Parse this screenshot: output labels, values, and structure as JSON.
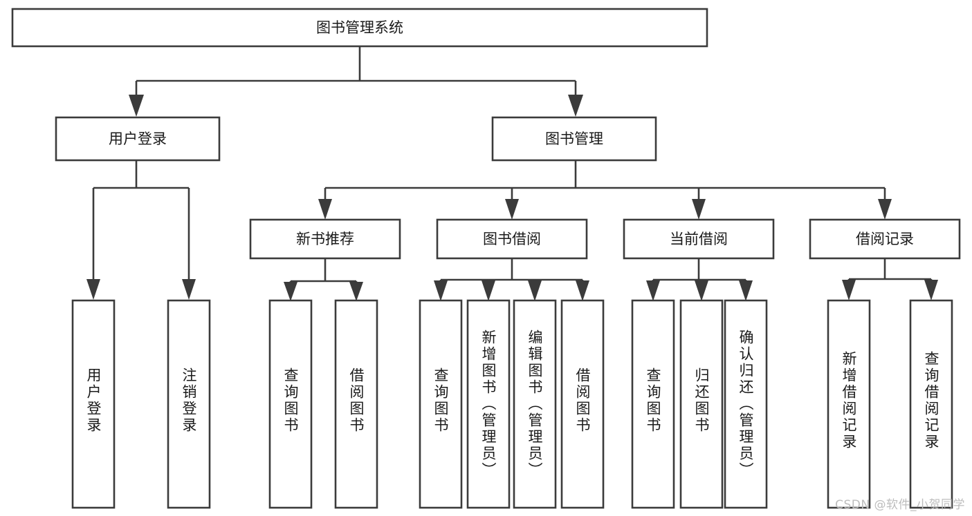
{
  "diagram": {
    "title": "图书管理系统",
    "watermark": "CSDN @软件_小贺同学",
    "colors": {
      "stroke": "#3b3b3b",
      "fill": "#ffffff",
      "text": "#1a1a1a",
      "watermark": "#bdbdbd"
    },
    "root": {
      "label": "图书管理系统"
    },
    "level2": [
      {
        "label": "用户登录"
      },
      {
        "label": "图书管理"
      }
    ],
    "level3": [
      {
        "label": "新书推荐"
      },
      {
        "label": "图书借阅"
      },
      {
        "label": "当前借阅"
      },
      {
        "label": "借阅记录"
      }
    ],
    "leaves": {
      "user_login": [
        {
          "label": "用户登录"
        },
        {
          "label": "注销登录"
        }
      ],
      "new_book_recommend": [
        {
          "label": "查询图书"
        },
        {
          "label": "借阅图书"
        }
      ],
      "book_borrow": [
        {
          "label": "查询图书"
        },
        {
          "label": "新增图书（管理员）"
        },
        {
          "label": "编辑图书（管理员）"
        },
        {
          "label": "借阅图书"
        }
      ],
      "current_borrow": [
        {
          "label": "查询图书"
        },
        {
          "label": "归还图书"
        },
        {
          "label": "确认归还（管理员）"
        }
      ],
      "borrow_record": [
        {
          "label": "新增借阅记录"
        },
        {
          "label": "查询借阅记录"
        }
      ]
    }
  }
}
